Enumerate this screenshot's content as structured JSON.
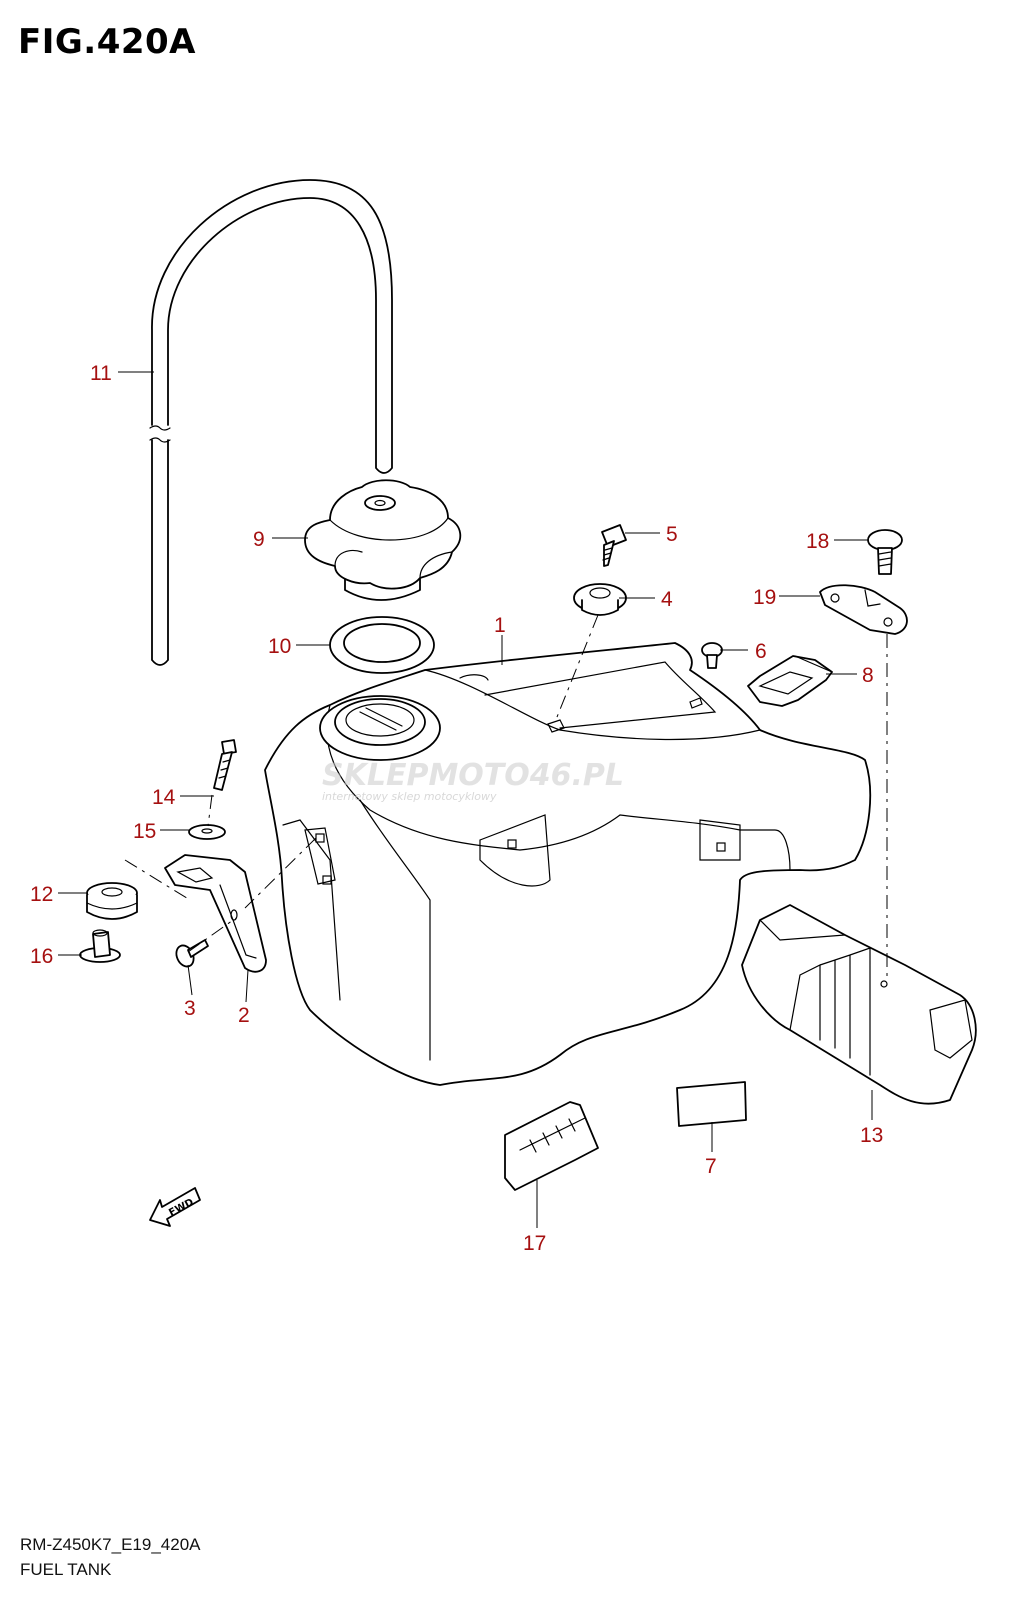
{
  "figure": {
    "title": "FIG.420A",
    "model_code": "RM-Z450K7_E19_420A",
    "section_name": "FUEL TANK"
  },
  "watermark": {
    "main": "SKLEPMOTO46.PL",
    "sub": "internetowy sklep motocyklowy"
  },
  "direction_marker": "FWD",
  "callouts": [
    "1",
    "2",
    "3",
    "4",
    "5",
    "6",
    "7",
    "8",
    "9",
    "10",
    "11",
    "12",
    "13",
    "14",
    "15",
    "16",
    "17",
    "18",
    "19"
  ],
  "colors": {
    "callout": "#a51010",
    "line": "#000000",
    "watermark": "#cccccc"
  }
}
